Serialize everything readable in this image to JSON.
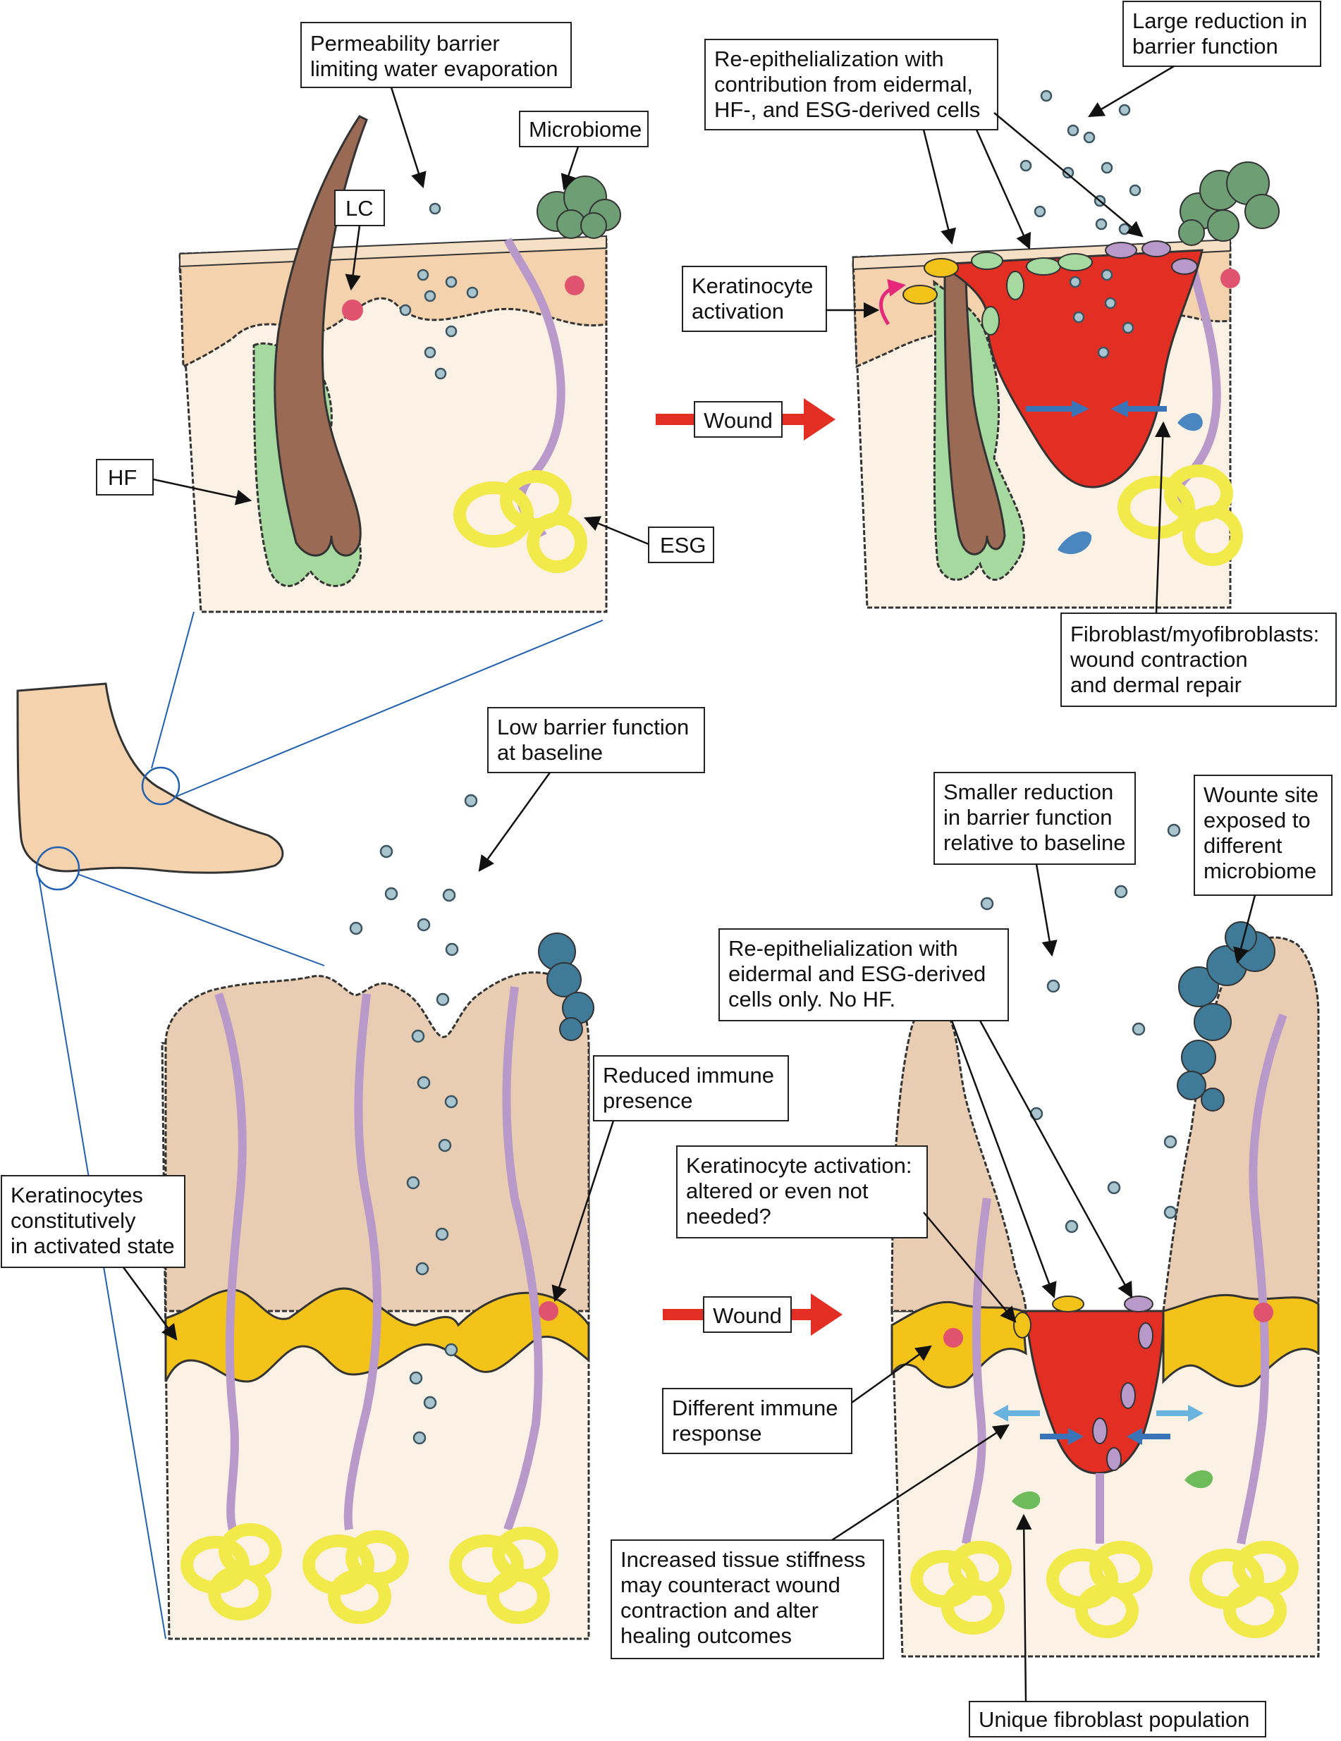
{
  "panels": {
    "top_left": {
      "labels": {
        "permeability": [
          "Permeability barrier",
          "limiting water evaporation"
        ],
        "microbiome": [
          "Microbiome"
        ],
        "lc": [
          "LC"
        ],
        "hf": [
          "HF"
        ],
        "esg": [
          "ESG"
        ]
      }
    },
    "top_right": {
      "labels": {
        "reepi": [
          "Re-epithelialization with",
          "contribution from eidermal,",
          "HF-, and ESG-derived cells"
        ],
        "large_reduction": [
          "Large reduction in",
          "barrier function"
        ],
        "keratinocyte": [
          "Keratinocyte",
          "activation"
        ],
        "fibroblast": [
          "Fibroblast/myofibroblasts:",
          "wound contraction",
          "and dermal repair"
        ]
      }
    },
    "bottom_left": {
      "labels": {
        "low_barrier": [
          "Low barrier function",
          "at baseline"
        ],
        "reduced_immune": [
          "Reduced immune",
          "presence"
        ],
        "keratinocytes_activated": [
          "Keratinocytes",
          "constitutively",
          "in activated state"
        ]
      }
    },
    "bottom_right": {
      "labels": {
        "smaller_reduction": [
          "Smaller reduction",
          "in barrier function",
          "relative to baseline"
        ],
        "wound_site": [
          "Wounte site",
          "exposed to",
          "different",
          "microbiome"
        ],
        "reepi_no_hf": [
          "Re-epithelialization with",
          "eidermal and ESG-derived",
          "cells only. No HF."
        ],
        "keratinocyte_altered": [
          "Keratinocyte activation:",
          "altered or even not",
          "needed?"
        ],
        "different_immune": [
          "Different immune",
          "response"
        ],
        "stiffness": [
          "Increased tissue stiffness",
          "may counteract wound",
          "contraction and alter",
          "healing outcomes"
        ],
        "unique_fibroblast": [
          "Unique fibroblast population"
        ]
      }
    }
  },
  "wound_arrows": [
    "Wound",
    "Wound"
  ],
  "colors": {
    "epidermis": "#f3d2ad",
    "dermis": "#fbf1e4",
    "sole_epidermis": "#e8cdb2",
    "hair": "#9a6a55",
    "follicle": "#a6d9a0",
    "sweat_duct": "#b999c9",
    "gland": "#f2ea4a",
    "wound": "#e32e24",
    "wound_arrow": "#e32e24",
    "microbiome_skin": "#6e9e74",
    "microbiome_sole": "#3f7b98",
    "immune_cell": "#e0536e",
    "cornified_layer": "#f4c319",
    "fibroblast_blue": "#4a86c0",
    "fibroblast_green": "#6dbb5a",
    "foot": "#f3d2ad"
  }
}
